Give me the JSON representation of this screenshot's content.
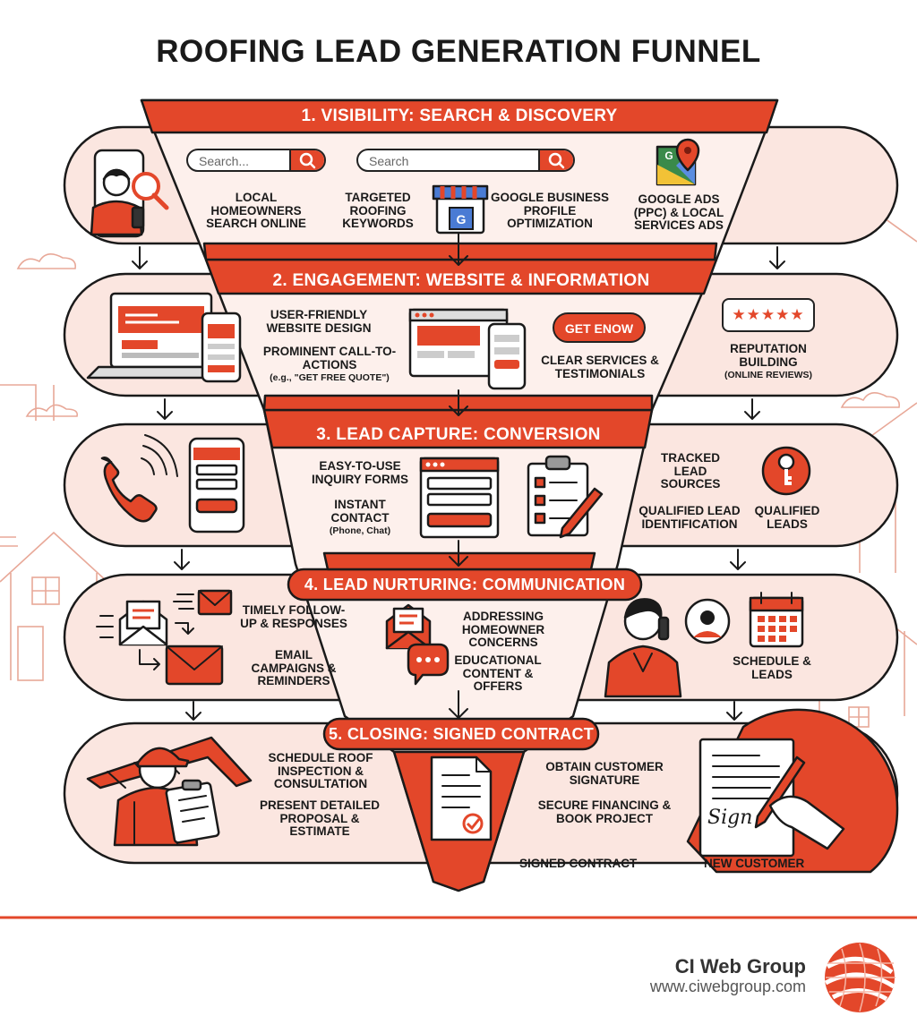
{
  "title": "ROOFING LEAD GENERATION FUNNEL",
  "colors": {
    "accent": "#e3472a",
    "pale": "#fbe6e0",
    "outline": "#1a1a1a"
  },
  "stages": [
    {
      "title": "1. VISIBILITY: SEARCH & DISCOVERY",
      "search1_placeholder": "Search...",
      "search2_placeholder": "Search",
      "items": [
        "LOCAL HOMEOWNERS SEARCH ONLINE",
        "TARGETED ROOFING KEYWORDS",
        "GOOGLE BUSINESS PROFILE OPTIMIZATION",
        "GOOGLE ADS (PPC) & LOCAL SERVICES ADS"
      ],
      "icons": [
        "person-phone-magnifier-icon",
        "google-business-store-icon",
        "google-maps-icon"
      ]
    },
    {
      "title": "2. ENGAGEMENT: WEBSITE & INFORMATION",
      "items": [
        "USER-FRIENDLY WEBSITE DESIGN",
        "PROMINENT CALL-TO-ACTIONS",
        "CLEAR SERVICES & TESTIMONIALS",
        "REPUTATION BUILDING"
      ],
      "cta_note": "(e.g., \"GET FREE QUOTE\")",
      "cta_button": "GET ENOW",
      "reviews_note": "(ONLINE REVIEWS)",
      "stars": "★★★★★",
      "icons": [
        "laptop-phone-website-icon",
        "browser-mobile-icon",
        "star-rating-icon"
      ]
    },
    {
      "title": "3. LEAD CAPTURE: CONVERSION",
      "items": [
        "EASY-TO-USE INQUIRY FORMS",
        "INSTANT CONTACT",
        "TRACKED LEAD SOURCES",
        "QUALIFIED LEAD IDENTIFICATION",
        "QUALIFIED LEADS"
      ],
      "contact_note": "(Phone, Chat)",
      "icons": [
        "phone-call-icon",
        "mobile-form-icon",
        "web-form-icon",
        "checklist-icon",
        "key-icon"
      ]
    },
    {
      "title": "4. LEAD NURTURING: COMMUNICATION",
      "items": [
        "TIMELY FOLLOW-UP & RESPONSES",
        "EMAIL CAMPAIGNS & REMINDERS",
        "ADDRESSING HOMEOWNER CONCERNS",
        "EDUCATIONAL CONTENT & OFFERS",
        "SCHEDULE & LEADS"
      ],
      "icons": [
        "email-flow-icon",
        "chat-bubble-icon",
        "agent-phone-icon",
        "calendar-icon"
      ]
    },
    {
      "title": "5. CLOSING: SIGNED CONTRACT",
      "items": [
        "SCHEDULE ROOF INSPECTION & CONSULTATION",
        "PRESENT DETAILED PROPOSAL & ESTIMATE",
        "OBTAIN CUSTOMER SIGNATURE",
        "SECURE FINANCING & BOOK PROJECT"
      ],
      "captions": [
        "SIGNED CONTRACT",
        "NEW CUSTOMER"
      ],
      "icons": [
        "roofer-clipboard-icon",
        "contract-document-icon",
        "signing-hand-icon"
      ]
    }
  ],
  "footer": {
    "brand": "CI Web Group",
    "url": "www.ciwebgroup.com",
    "logo_icon": "globe-logo-icon"
  }
}
